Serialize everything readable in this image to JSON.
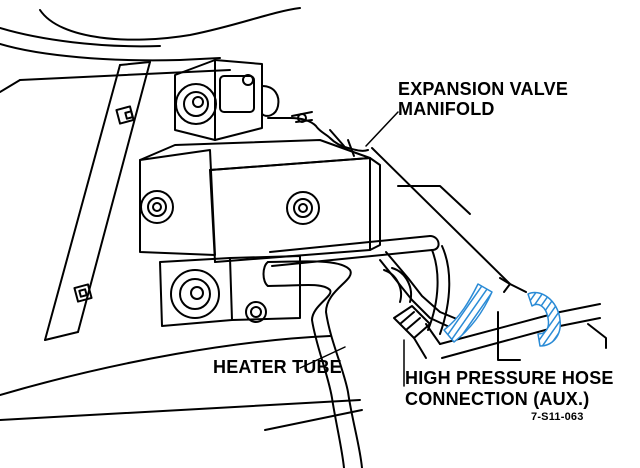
{
  "labels": {
    "expansion_valve_line1": "EXPANSION  VALVE",
    "expansion_valve_line2": "MANIFOLD",
    "heater_tube": "HEATER TUBE",
    "high_pressure_line1": "HIGH PRESSURE HOSE",
    "high_pressure_line2": "CONNECTION (AUX.)",
    "figure_id": "7-S11-063"
  },
  "colors": {
    "line": "#000000",
    "hatch": "#2a8bd6",
    "background": "#ffffff"
  }
}
